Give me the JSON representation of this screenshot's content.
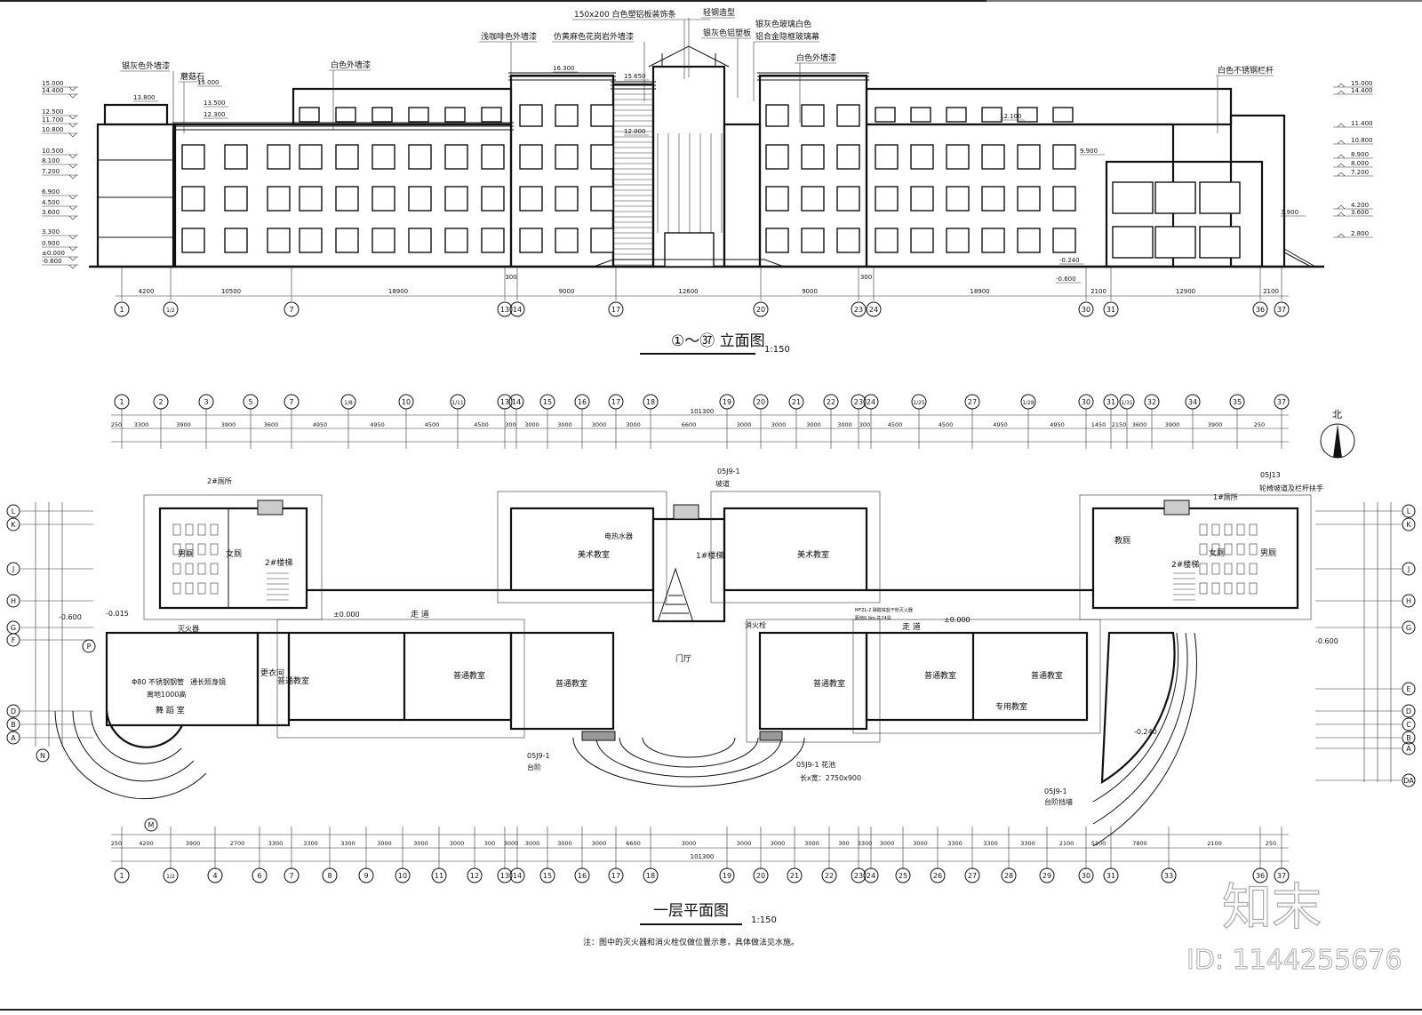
{
  "elevation": {
    "title": "①～㊲ 立面图",
    "scale": "1:150",
    "material_labels": [
      "银灰色外墙漆",
      "蘑菇石",
      "白色外墙漆",
      "浅咖啡色外墙漆",
      "150x200  白色塑铝板装饰条",
      "仿黄麻色花岗岩外墙漆",
      "轻钢造型",
      "银灰色铝塑板",
      "银灰色玻璃白色",
      "铝合金隐框玻璃幕",
      "白色外墙漆",
      "白色不锈钢栏杆"
    ],
    "left_levels": [
      "15.000",
      "14.400",
      "12.500",
      "11.700",
      "10.800",
      "10.500",
      "8.100",
      "7.200",
      "6.900",
      "4.500",
      "3.600",
      "3.300",
      "0.900",
      "±0.000",
      "-0.600"
    ],
    "right_levels": [
      "15.000",
      "14.400",
      "11.400",
      "10.800",
      "8.900",
      "8.000",
      "7.200",
      "4.200",
      "3.600",
      "2.800"
    ],
    "other_levels": [
      "13.800",
      "15.000",
      "13.500",
      "12.300",
      "16.300",
      "15.650",
      "12.000",
      "12.100",
      "9.900",
      "3.900",
      "-0.240",
      "-0.600"
    ],
    "dimensions": [
      "4200",
      "10500",
      "18900",
      "300",
      "9000",
      "12600",
      "9000",
      "300",
      "18900",
      "2100",
      "12900",
      "2100"
    ],
    "axes": [
      "1",
      "1/2",
      "7",
      "13",
      "14",
      "17",
      "20",
      "23",
      "24",
      "30",
      "31",
      "36",
      "37"
    ]
  },
  "plan": {
    "title": "一层平面图",
    "scale": "1:150",
    "note": "注：图中的灭火器和消火栓仅做位置示意，具体做法见水施。",
    "north_label": "北",
    "overall_dimension": "101300",
    "top_axes": [
      "1",
      "2",
      "3",
      "5",
      "7",
      "1/8",
      "10",
      "1/11",
      "13",
      "14",
      "15",
      "16",
      "17",
      "18",
      "19",
      "20",
      "21",
      "22",
      "23",
      "24",
      "1/25",
      "27",
      "1/28",
      "30",
      "31",
      "1/31",
      "32",
      "34",
      "35",
      "37"
    ],
    "bottom_axes": [
      "1",
      "1/2",
      "4",
      "6",
      "7",
      "8",
      "9",
      "10",
      "11",
      "12",
      "13",
      "14",
      "15",
      "16",
      "17",
      "18",
      "19",
      "20",
      "21",
      "22",
      "23",
      "24",
      "25",
      "26",
      "27",
      "28",
      "29",
      "30",
      "31",
      "33",
      "36",
      "37"
    ],
    "left_axes": [
      "L",
      "K",
      "J",
      "H",
      "G",
      "F",
      "P",
      "D",
      "B",
      "A",
      "N",
      "M"
    ],
    "right_axes": [
      "L",
      "K",
      "J",
      "H",
      "G",
      "E",
      "D",
      "C",
      "B",
      "A",
      "DA"
    ],
    "top_dimensions": [
      "250",
      "3300",
      "3900",
      "3900",
      "3600",
      "4950",
      "4950",
      "4500",
      "4500",
      "300",
      "3000",
      "3000",
      "3000",
      "3000",
      "6600",
      "3000",
      "3000",
      "3000",
      "3000",
      "300",
      "4500",
      "4500",
      "4950",
      "4950",
      "1450",
      "2150",
      "3600",
      "3900",
      "3900",
      "250"
    ],
    "bottom_dimensions": [
      "250",
      "4200",
      "3900",
      "2700",
      "3300",
      "3300",
      "3300",
      "3000",
      "3000",
      "3000",
      "300",
      "3000",
      "3000",
      "3000",
      "3000",
      "6600",
      "3000",
      "3000",
      "3000",
      "3000",
      "300",
      "3300",
      "3000",
      "3000",
      "3300",
      "3300",
      "3300",
      "2100",
      "5100",
      "7800",
      "2100",
      "250"
    ],
    "rooms": [
      "男厕",
      "女厕",
      "2#楼梯",
      "美术教室",
      "美术教室",
      "1#楼梯",
      "走 道",
      "走 道",
      "普通教室",
      "普通教室",
      "普通教室",
      "普通教室",
      "普通教室",
      "普通教室",
      "舞 蹈 室",
      "更衣间",
      "门厅",
      "专用教室",
      "教厕",
      "女厕",
      "男厕",
      "2#楼梯"
    ],
    "annotations": [
      "2#厕所",
      "灭火器",
      "Φ80 不锈钢钢管",
      "离地1000高",
      "通长照身镜",
      "电热水器",
      "消火栓",
      "05J9-1",
      "坡道",
      "05J9-1",
      "台阶",
      "05J9-1  花池",
      "长x宽：2750x900",
      "±0.000",
      "±0.000",
      "-0.600",
      "-0.600",
      "-0.240",
      "-0.015",
      "05J13",
      "轮椅坡道及栏杆扶手",
      "1#厕所",
      "05J9-1",
      "台阶挡墙",
      "MFZL-2 磷酸铵盐干粉灭火器",
      "距地0.9m  共24具"
    ]
  },
  "watermark": {
    "logo": "知末",
    "id": "ID: 1144255676"
  }
}
